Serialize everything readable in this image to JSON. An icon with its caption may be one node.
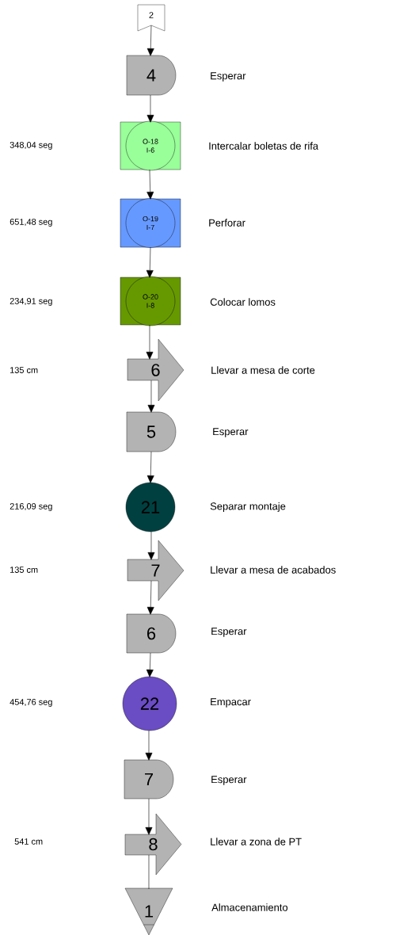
{
  "diagram": {
    "nodes": [
      {
        "text": [
          "2"
        ]
      },
      {
        "text": [
          "4"
        ],
        "beside": [
          "Esperar"
        ]
      },
      {
        "text": [],
        "shape": "box",
        "beside": [
          "Intercalar boletas de rifa"
        ]
      },
      {
        "text": [
          "O-18 I-6"
        ],
        "in": 2
      },
      {
        "text": [],
        "shape": "box",
        "beside": [
          "Perforar"
        ]
      },
      {
        "text": [
          "O-19 I-7"
        ],
        "in": 4
      },
      {
        "text": [],
        "shape": "box",
        "beside": [
          "Colocar lomos"
        ]
      },
      {
        "text": [
          "O-20 I-8"
        ],
        "in": 6
      },
      {
        "text": [
          "6"
        ],
        "beside": [
          "Llevar a mesa de corte"
        ]
      },
      {
        "text": [
          "5"
        ],
        "beside": [
          "Esperar"
        ]
      },
      {
        "text": [
          "21"
        ],
        "beside": [
          "Separar montaje"
        ]
      },
      {
        "text": [
          "7"
        ],
        "beside": [
          "Llevar a mesa de acabados"
        ]
      },
      {
        "text": [
          "6"
        ],
        "beside": [
          "Esperar"
        ]
      },
      {
        "text": [
          "22"
        ],
        "beside": [
          "Empacar"
        ]
      },
      {
        "text": [
          "7"
        ],
        "beside": [
          "Esperar"
        ]
      },
      {
        "text": [
          "8"
        ],
        "beside": [
          "Llevar a zona de PT"
        ]
      },
      {
        "text": [
          "1"
        ],
        "beside": [
          "Almacenamiento"
        ]
      }
    ],
    "edges": [
      {
        "from": 0,
        "to": 1,
        "arrow": "to"
      },
      {
        "from": 1,
        "to": 2,
        "arrow": "to"
      },
      {
        "from": 2,
        "to": 4,
        "arrow": "to"
      },
      {
        "from": 4,
        "to": 6,
        "arrow": "to"
      },
      {
        "from": 6,
        "to": 8,
        "arrow": "to"
      },
      {
        "from": 8,
        "to": 9,
        "arrow": "to"
      },
      {
        "from": 9,
        "to": 10,
        "arrow": "to"
      },
      {
        "from": 10,
        "to": 11,
        "arrow": "to"
      },
      {
        "from": 11,
        "to": 12,
        "arrow": "to"
      },
      {
        "from": 12,
        "to": 13,
        "arrow": "to"
      },
      {
        "from": 13,
        "to": 14,
        "arrow": "to"
      },
      {
        "from": 14,
        "to": 15,
        "arrow": "to"
      },
      {
        "from": 15,
        "to": 16,
        "arrow": "none"
      }
    ],
    "labels": [
      "348,04 seg",
      "651,48 seg",
      "234,91 seg",
      "135 cm",
      "216,09 seg",
      "135 cm",
      "454,76 seg",
      "541 cm"
    ]
  }
}
